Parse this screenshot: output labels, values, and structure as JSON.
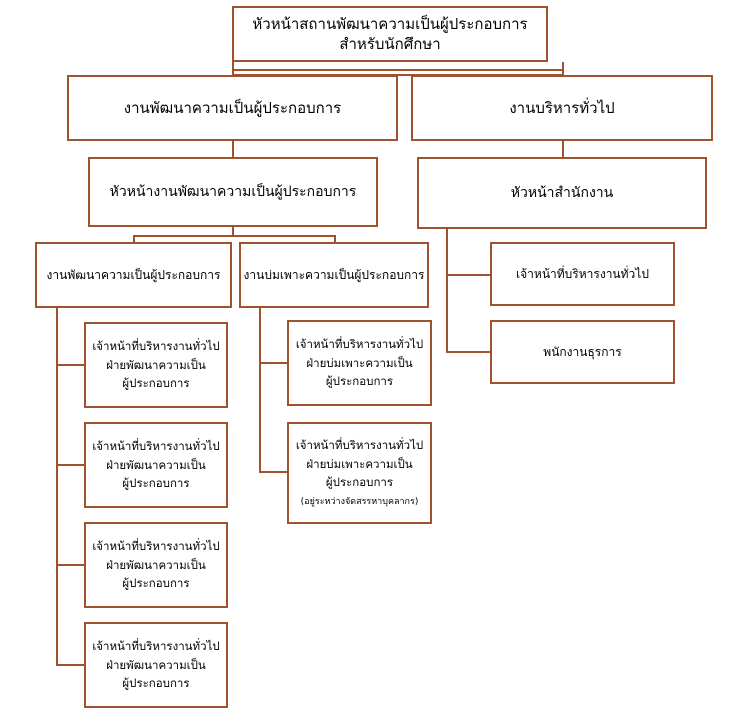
{
  "root": {
    "line1": "หัวหน้าสถานพัฒนาความเป็นผู้ประกอบการ",
    "line2": "สำหรับนักศึกษา"
  },
  "dept_development": "งานพัฒนาความเป็นผู้ประกอบการ",
  "dept_admin": "งานบริหารทั่วไป",
  "head_development": "หัวหน้างานพัฒนาความเป็นผู้ประกอบการ",
  "head_office": "หัวหน้าสำนักงาน",
  "sub_development": "งานพัฒนาความเป็นผู้ประกอบการ",
  "sub_incubation": "งานบ่มเพาะความเป็นผู้ประกอบการ",
  "office_staff": [
    "เจ้าหน้าที่บริหารงานทั่วไป",
    "พนักงานธุรการ"
  ],
  "development_staff": [
    {
      "line1": "เจ้าหน้าที่บริหารงานทั่วไป",
      "line2": "ฝ่ายพัฒนาความเป็น",
      "line3": "ผู้ประกอบการ"
    },
    {
      "line1": "เจ้าหน้าที่บริหารงานทั่วไป",
      "line2": "ฝ่ายพัฒนาความเป็น",
      "line3": "ผู้ประกอบการ"
    },
    {
      "line1": "เจ้าหน้าที่บริหารงานทั่วไป",
      "line2": "ฝ่ายพัฒนาความเป็น",
      "line3": "ผู้ประกอบการ"
    },
    {
      "line1": "เจ้าหน้าที่บริหารงานทั่วไป",
      "line2": "ฝ่ายพัฒนาความเป็น",
      "line3": "ผู้ประกอบการ"
    }
  ],
  "incubation_staff": [
    {
      "line1": "เจ้าหน้าที่บริหารงานทั่วไป",
      "line2": "ฝ่ายบ่มเพาะความเป็น",
      "line3": "ผู้ประกอบการ"
    },
    {
      "line1": "เจ้าหน้าที่บริหารงานทั่วไป",
      "line2": "ฝ่ายบ่มเพาะความเป็น",
      "line3": "ผู้ประกอบการ",
      "note": "(อยู่ระหว่างจัดสรรหาบุคลากร)"
    }
  ],
  "colors": {
    "border": "#a0522d",
    "connector": "#a0522d"
  }
}
